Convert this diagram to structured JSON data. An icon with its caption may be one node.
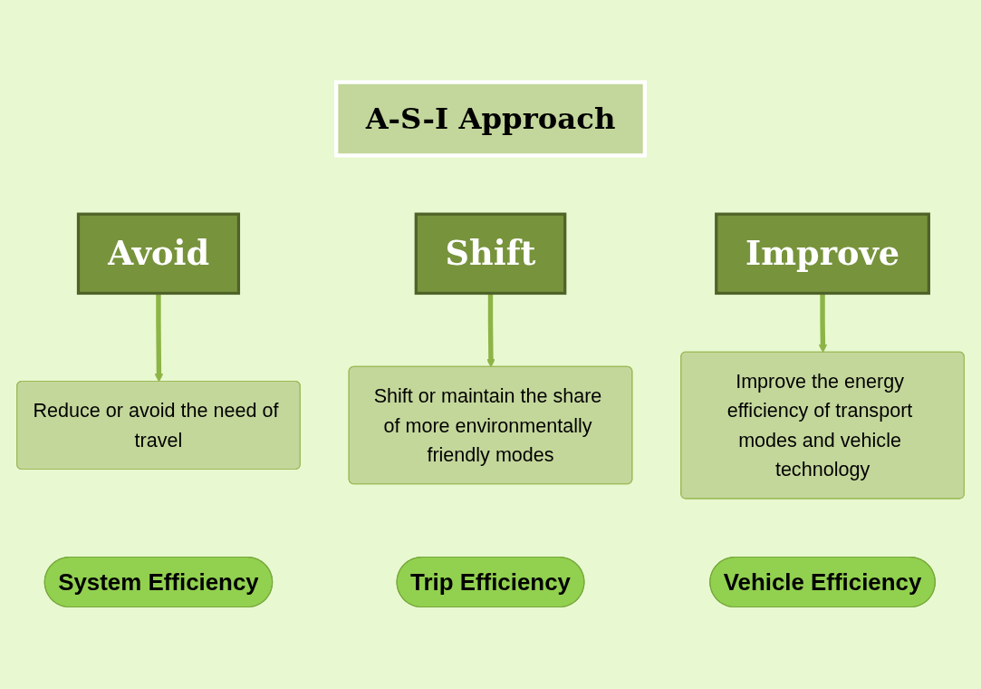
{
  "diagram": {
    "nodes": [
      {
        "text": [
          "A-S-I Approach"
        ]
      },
      {
        "text": [
          "Avoid"
        ]
      },
      {
        "text": [
          "Shift"
        ]
      },
      {
        "text": [
          "Improve"
        ]
      },
      {
        "text": [
          "Reduce or avoid the need of travel"
        ]
      },
      {
        "text": [
          "Shift or maintain the share of more environmentally friendly modes"
        ]
      },
      {
        "text": [
          "Improve the energy efficiency of transport modes and vehicle technology"
        ]
      },
      {
        "text": [
          "System Efficiency"
        ]
      },
      {
        "text": [
          "Trip Efficiency"
        ]
      },
      {
        "text": [
          "Vehicle Efficiency"
        ]
      }
    ],
    "edges": [
      {
        "from": 1,
        "to": 4,
        "arrow": "to"
      },
      {
        "from": 2,
        "to": 5,
        "arrow": "to"
      },
      {
        "from": 3,
        "to": 6,
        "arrow": "to"
      }
    ]
  }
}
